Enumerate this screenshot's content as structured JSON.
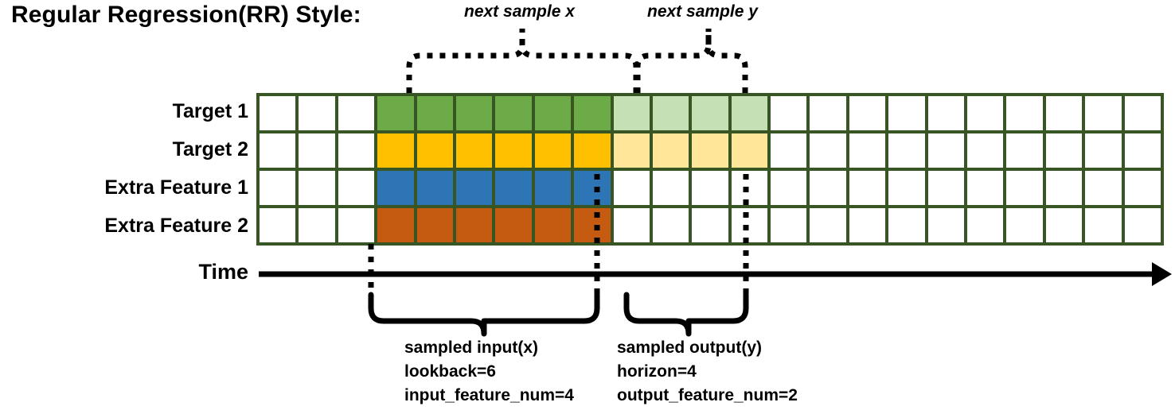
{
  "title": "Regular Regression(RR) Style:",
  "axis": {
    "time_label": "Time"
  },
  "rows": [
    {
      "label": "Target 1",
      "key": "target-1"
    },
    {
      "label": "Target 2",
      "key": "target-2"
    },
    {
      "label": "Extra Feature 1",
      "key": "extra-feature-1"
    },
    {
      "label": "Extra Feature 2",
      "key": "extra-feature-2"
    }
  ],
  "annotations": {
    "next_sample_x": "next sample x",
    "next_sample_y": "next sample y",
    "input_brace": {
      "line1": "sampled input(x)",
      "line2": "lookback=6",
      "line3": "input_feature_num=4"
    },
    "output_brace": {
      "line1": "sampled output(y)",
      "line2": "horizon=4",
      "line3": "output_feature_num=2"
    }
  },
  "colors": {
    "grid_border": "#375623",
    "empty": "#ffffff",
    "target1_input": "#6CAB47",
    "target1_output": "#C5E0B4",
    "target2_input": "#FFC000",
    "target2_output": "#FFE699",
    "extra1_input": "#2E75B6",
    "extra2_input": "#C55A11",
    "line": "#000000"
  },
  "chart_data": {
    "type": "heatmap",
    "title": "Regular Regression(RR) Style:",
    "xlabel": "Time",
    "ylabel": "",
    "columns": 23,
    "rows": 4,
    "lookback": 6,
    "horizon": 4,
    "input_feature_num": 4,
    "output_feature_num": 2,
    "input_start_col": 3,
    "input_end_col": 9,
    "output_start_col": 9,
    "output_end_col": 13,
    "row_names": [
      "Target 1",
      "Target 2",
      "Extra Feature 1",
      "Extra Feature 2"
    ],
    "legend": [],
    "grid": [
      [
        "empty",
        "empty",
        "empty",
        "target1_input",
        "target1_input",
        "target1_input",
        "target1_input",
        "target1_input",
        "target1_input",
        "target1_output",
        "target1_output",
        "target1_output",
        "target1_output",
        "empty",
        "empty",
        "empty",
        "empty",
        "empty",
        "empty",
        "empty",
        "empty",
        "empty",
        "empty"
      ],
      [
        "empty",
        "empty",
        "empty",
        "target2_input",
        "target2_input",
        "target2_input",
        "target2_input",
        "target2_input",
        "target2_input",
        "target2_output",
        "target2_output",
        "target2_output",
        "target2_output",
        "empty",
        "empty",
        "empty",
        "empty",
        "empty",
        "empty",
        "empty",
        "empty",
        "empty",
        "empty"
      ],
      [
        "empty",
        "empty",
        "empty",
        "extra1_input",
        "extra1_input",
        "extra1_input",
        "extra1_input",
        "extra1_input",
        "extra1_input",
        "empty",
        "empty",
        "empty",
        "empty",
        "empty",
        "empty",
        "empty",
        "empty",
        "empty",
        "empty",
        "empty",
        "empty",
        "empty",
        "empty"
      ],
      [
        "empty",
        "empty",
        "empty",
        "extra2_input",
        "extra2_input",
        "extra2_input",
        "extra2_input",
        "extra2_input",
        "extra2_input",
        "empty",
        "empty",
        "empty",
        "empty",
        "empty",
        "empty",
        "empty",
        "empty",
        "empty",
        "empty",
        "empty",
        "empty",
        "empty",
        "empty"
      ]
    ]
  }
}
